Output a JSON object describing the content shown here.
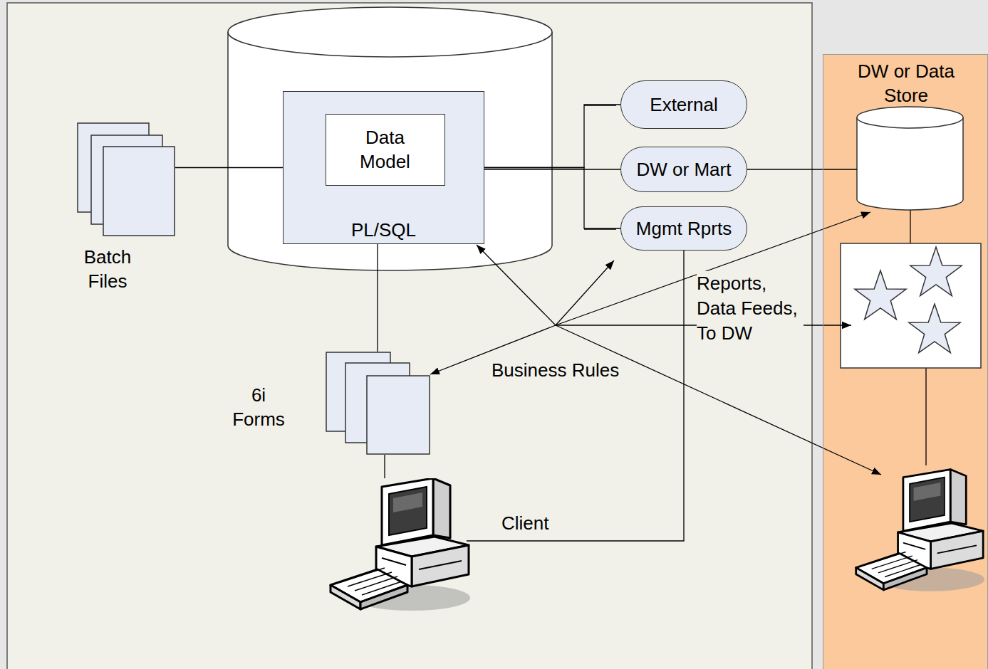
{
  "diagram": {
    "nodes": [
      {
        "text": [
          "Batch Files"
        ]
      },
      {
        "text": [
          "PL/SQL"
        ]
      },
      {
        "text": [
          "Data Model"
        ],
        "in": 1
      },
      {
        "text": [
          "External"
        ]
      },
      {
        "text": [
          "DW or Mart"
        ]
      },
      {
        "text": [
          "Mgmt Rprts"
        ]
      },
      {
        "text": [
          "6i Forms"
        ]
      },
      {
        "text": [
          "Client"
        ]
      },
      {
        "text": [
          "DW or Data Store"
        ]
      }
    ],
    "edges": [
      {
        "from": 0,
        "to": 1,
        "arrow": "none"
      },
      {
        "from": 1,
        "to": 3,
        "arrow": "none"
      },
      {
        "from": 1,
        "to": 4,
        "arrow": "none"
      },
      {
        "from": 1,
        "to": 5,
        "arrow": "none"
      },
      {
        "from": 1,
        "to": 6,
        "arrow": "none"
      },
      {
        "from": 6,
        "to": 7,
        "arrow": "none"
      },
      {
        "from": 5,
        "to": 7,
        "arrow": "none"
      }
    ],
    "labels": [
      "Reports, Data Feeds, To DW",
      "Business Rules"
    ]
  }
}
